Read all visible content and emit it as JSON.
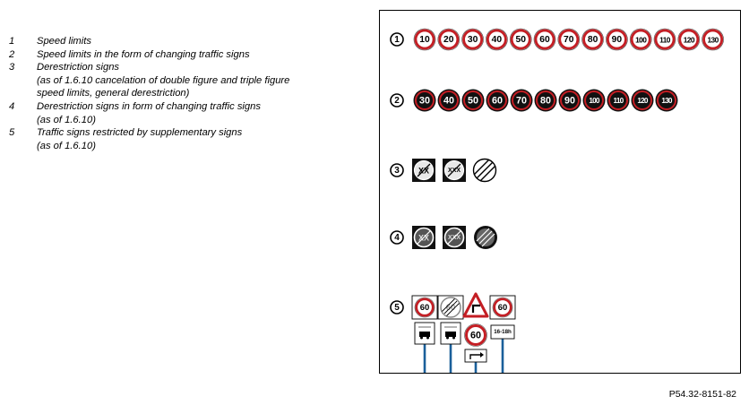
{
  "legend": [
    {
      "num": "1",
      "lines": [
        "Speed limits"
      ]
    },
    {
      "num": "2",
      "lines": [
        "Speed limits in the form of changing traffic signs"
      ]
    },
    {
      "num": "3",
      "lines": [
        "Derestriction signs",
        "(as of 1.6.10 cancelation of double figure and triple figure",
        "speed limits, general derestriction)"
      ]
    },
    {
      "num": "4",
      "lines": [
        "Derestriction signs in form of changing traffic signs",
        "(as of 1.6.10)"
      ]
    },
    {
      "num": "5",
      "lines": [
        "Traffic signs restricted by supplementary signs",
        "(as of 1.6.10)"
      ]
    }
  ],
  "figure": {
    "row_markers": [
      "1",
      "2",
      "3",
      "4",
      "5"
    ],
    "speed_limit_values": [
      "10",
      "20",
      "30",
      "40",
      "50",
      "60",
      "70",
      "80",
      "90",
      "100",
      "110",
      "120",
      "130"
    ],
    "changing_sign_values": [
      "30",
      "40",
      "50",
      "60",
      "70",
      "80",
      "90",
      "100",
      "110",
      "120",
      "130"
    ],
    "derestriction_marks": [
      "XX",
      "XXX"
    ],
    "row5_speed": "60",
    "row5_time_text": "16-18h",
    "colors": {
      "sign_red": "#c41e24",
      "pole_blue": "#1a5f9a",
      "sign_black": "#111111"
    }
  },
  "reference_code": "P54.32-8151-82"
}
